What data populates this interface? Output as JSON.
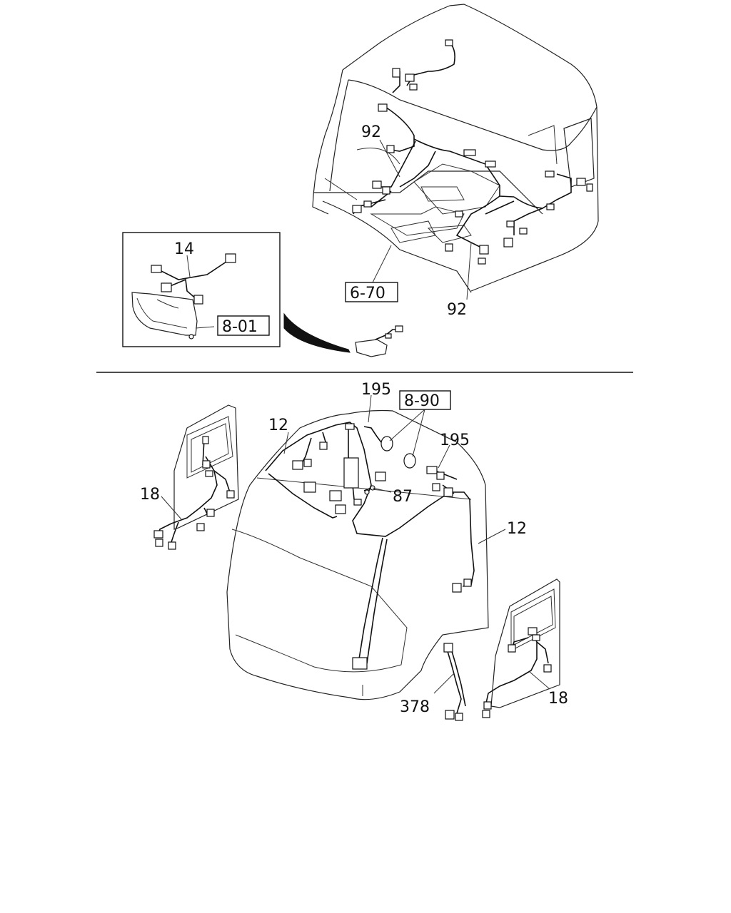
{
  "callouts": {
    "c92_top": "92",
    "c92_bottom": "92",
    "c14": "14",
    "c195_left": "195",
    "c195_right": "195",
    "c12_left": "12",
    "c12_right": "12",
    "c87": "87",
    "c18_left": "18",
    "c18_right": "18",
    "c378": "378"
  },
  "references": {
    "r670": "6-70",
    "r801": "8-01",
    "r890": "8-90"
  }
}
